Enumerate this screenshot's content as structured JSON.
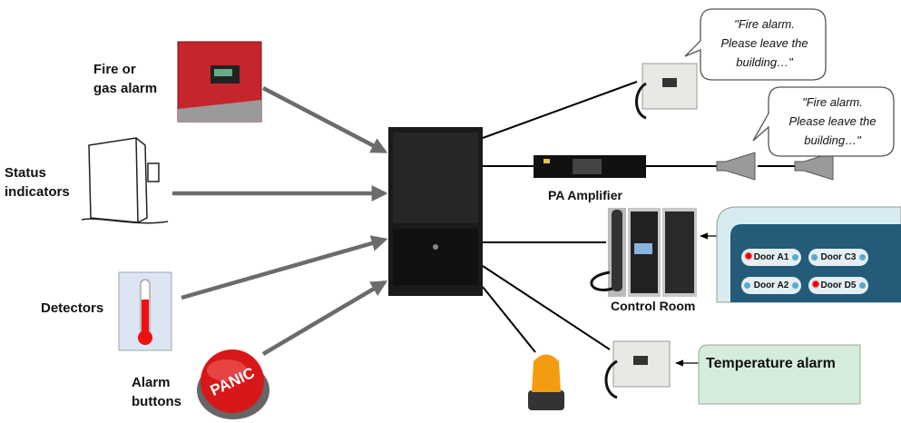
{
  "inputs": {
    "fire_alarm": "Fire or\ngas alarm",
    "fire_alarm_lines": [
      "Fire or",
      "gas alarm"
    ],
    "status_lines": [
      "Status",
      "indicators"
    ],
    "detectors": "Detectors",
    "alarm_buttons_lines": [
      "Alarm",
      "buttons"
    ],
    "panic_text": "PANIC"
  },
  "outputs": {
    "pa_amplifier": "PA Amplifier",
    "control_room": "Control Room",
    "temperature_alarm": "Temperature alarm",
    "bubble_lines": [
      "\"Fire alarm.",
      "Please leave the",
      "building…\""
    ]
  },
  "door_panel": {
    "doors": [
      {
        "label": "Door A1",
        "alarm": true
      },
      {
        "label": "Door C3",
        "alarm": false
      },
      {
        "label": "Door A2",
        "alarm": false
      },
      {
        "label": "Door D5",
        "alarm": true
      }
    ]
  },
  "colors": {
    "arrow": "#6b6b6b",
    "panel_dark": "#235b78",
    "panel_light": "#d7ecf0",
    "temp_box": "#d5ecdc",
    "alarm_red": "#c4262b"
  }
}
